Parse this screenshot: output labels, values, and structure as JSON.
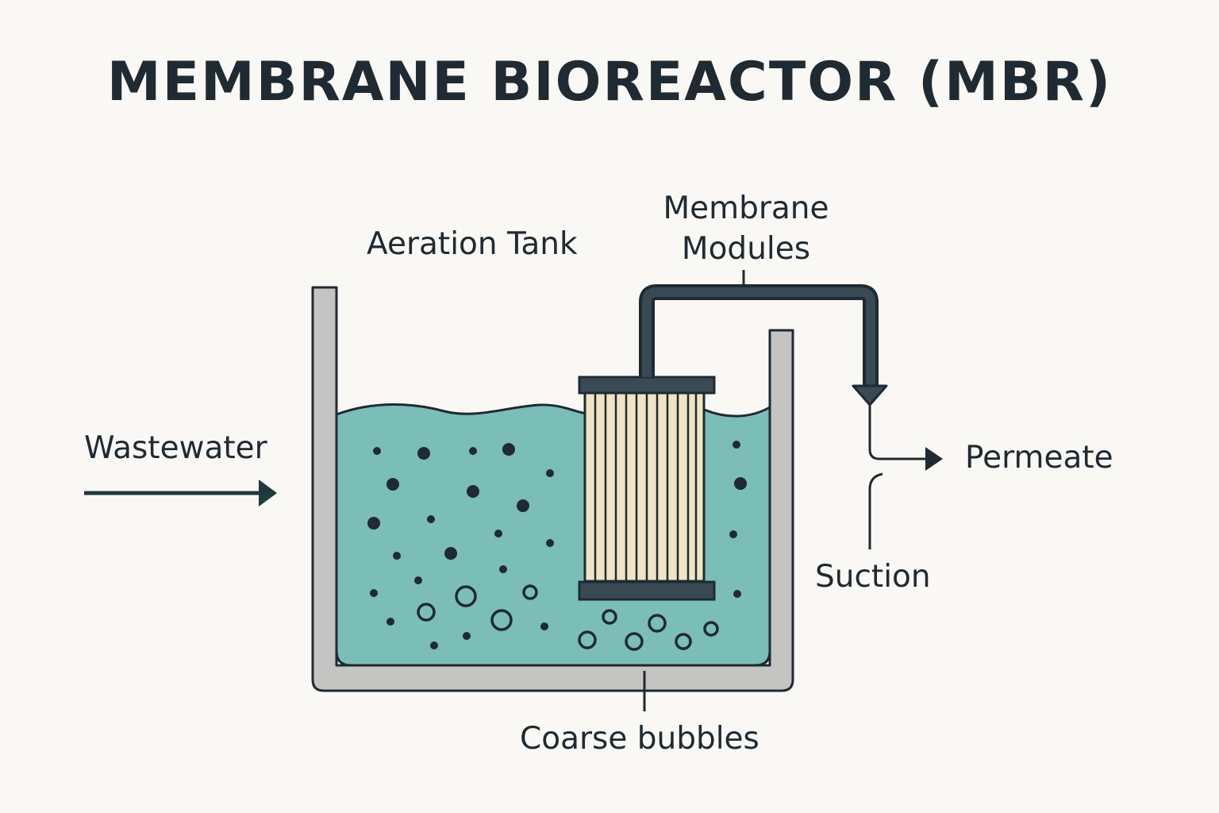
{
  "title": "MEMBRANE BIOREACTOR (MBR)",
  "labels": {
    "aeration_tank": "Aeration Tank",
    "membrane_modules_line1": "Membrane",
    "membrane_modules_line2": "Modules",
    "wastewater": "Wastewater",
    "permeate": "Permeate",
    "suction": "Suction",
    "coarse_bubbles": "Coarse bubbles"
  },
  "colors": {
    "background": "#faf8f4",
    "outline": "#1f2a33",
    "tank_wall": "#c4c4c2",
    "liquid": "#7bbdb7",
    "membrane_fiber": "#efe4c4",
    "particle": "#1f2a33"
  }
}
